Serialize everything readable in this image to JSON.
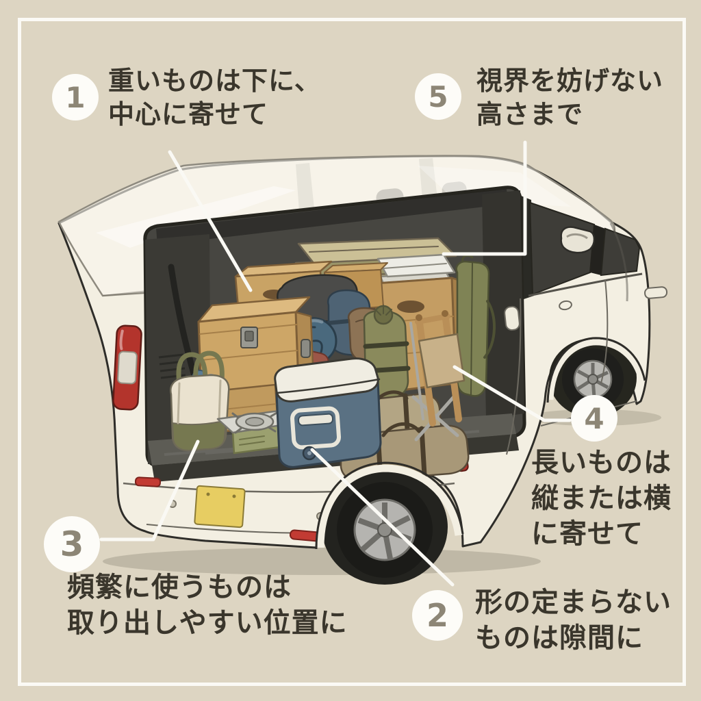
{
  "annotations": [
    {
      "number": "1",
      "lines": [
        "重いものは下に、",
        "中心に寄せて"
      ]
    },
    {
      "number": "2",
      "lines": [
        "形の定まらない",
        "ものは隙間に"
      ]
    },
    {
      "number": "3",
      "lines": [
        "頻繁に使うものは",
        "取り出しやすい位置に"
      ]
    },
    {
      "number": "4",
      "lines": [
        "長いものは",
        "縦または横",
        "に寄せて"
      ]
    },
    {
      "number": "5",
      "lines": [
        "視界を妨げない",
        "高さまで"
      ]
    }
  ],
  "illustration": {
    "subject": "kei-van-rear-cargo-packing",
    "items": [
      "wooden-latch-box",
      "wooden-crates",
      "storage-cabinet",
      "folded-blankets",
      "white-folded-blanket",
      "rolled-sleeping-bag",
      "navy-gear-sack",
      "brown-gear-sack",
      "green-stuff-sack",
      "gray-soft-bag",
      "cooler-box",
      "canvas-tote-bag",
      "cassette-stove",
      "duffel-bags",
      "tent-pole-bag",
      "folding-chair",
      "license-plate",
      "tail-light"
    ]
  },
  "colors": {
    "background": "#DDD5C2",
    "frame_line": "#FBFAF5",
    "label_text": "#3A362C",
    "number_text": "#8D8676",
    "circle_fill": "#FDFCF8",
    "leader_line": "#FAF9F4",
    "car_body": "#F3EFE2",
    "car_outline": "#2E2D29",
    "interior_dark": "#3B3A35",
    "cargo_floor": "#5D5C55",
    "glass_dark": "#3E3D38",
    "wood_light": "#DBB87E",
    "wood_mid": "#C9A266",
    "wood_dark": "#A57F49",
    "cooler_blue": "#5A7183",
    "cooler_lid": "#F0EDE2",
    "olive_green": "#8A8A5C",
    "khaki_duffel": "#B3A584",
    "teal_roll": "#4A697D",
    "tote_cream": "#EAE2CF",
    "tote_trim": "#767850",
    "plate_yellow": "#E7CD62",
    "tail_red": "#B3342C"
  }
}
